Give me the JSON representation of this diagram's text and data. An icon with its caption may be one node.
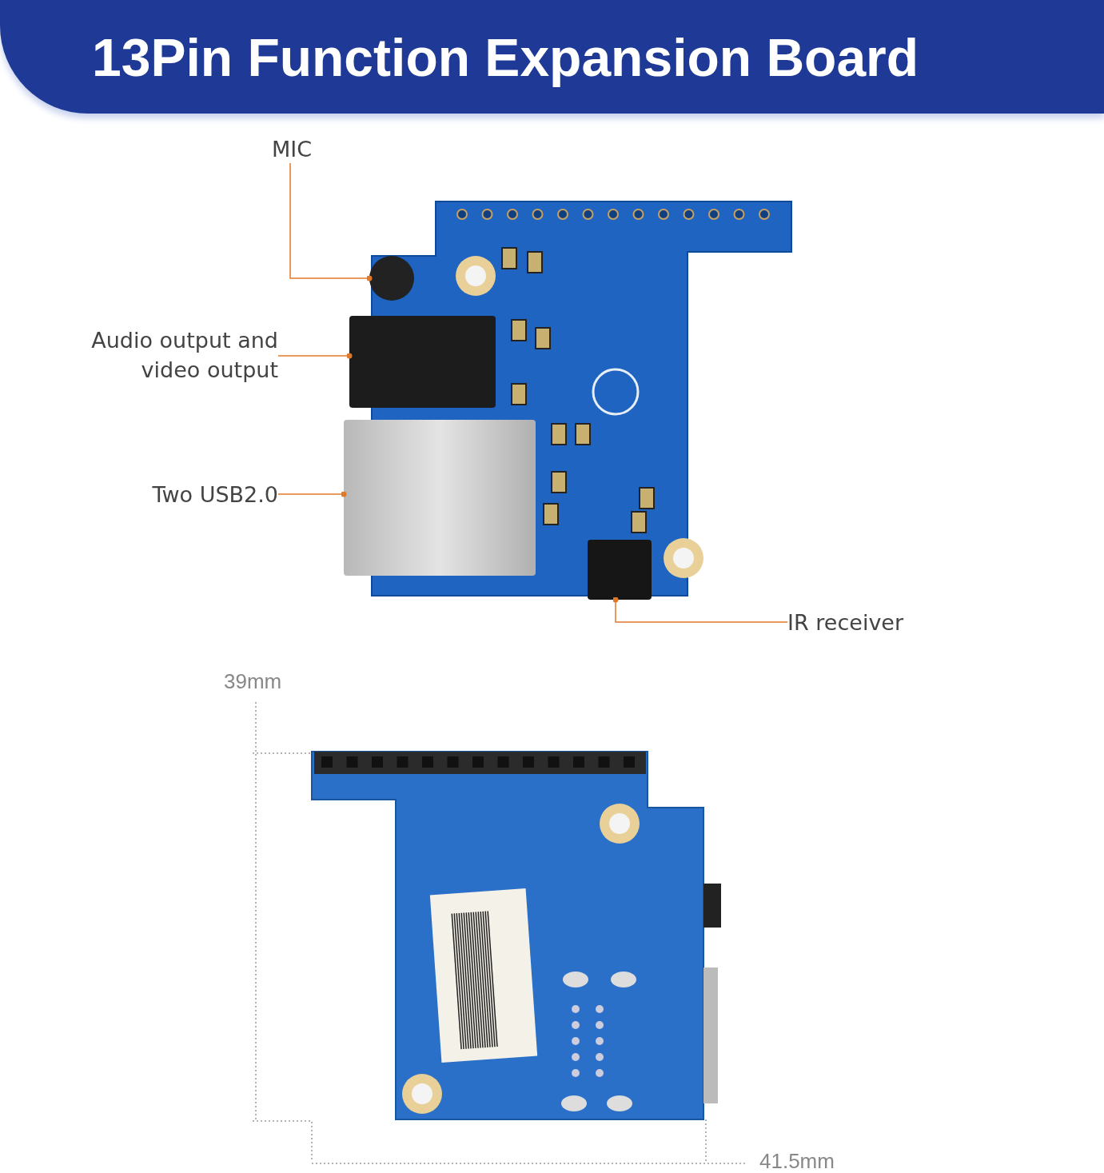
{
  "diagram": {
    "title": "13Pin Function Expansion Board",
    "nodes": [
      {
        "text": [
          "MIC"
        ]
      },
      {
        "text": [],
        "shape": "circle"
      },
      {
        "text": [
          "Audio output and video output"
        ]
      },
      {
        "text": [],
        "shape": "box"
      },
      {
        "text": [
          "Two USB2.0"
        ]
      },
      {
        "text": [],
        "shape": "box"
      },
      {
        "text": [
          "IR receiver"
        ]
      },
      {
        "text": [],
        "shape": "box"
      }
    ],
    "edges": [
      {
        "from": 0,
        "to": 1,
        "arrow": "other"
      },
      {
        "from": 2,
        "to": 3,
        "arrow": "other"
      },
      {
        "from": 4,
        "to": 5,
        "arrow": "other"
      },
      {
        "from": 6,
        "to": 7,
        "arrow": "other"
      }
    ],
    "labels": [
      "39mm",
      "41.5mm"
    ]
  }
}
